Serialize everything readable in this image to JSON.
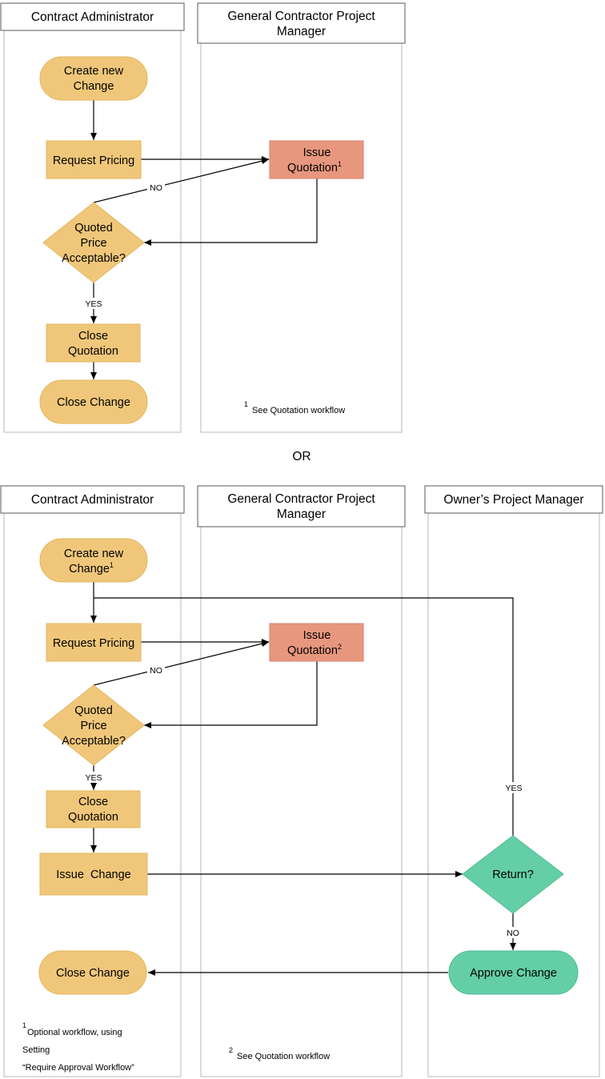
{
  "separator": "OR",
  "top": {
    "lanes": {
      "contract_admin": "Contract Administrator",
      "gc_pm": [
        "General Contractor Project",
        "Manager"
      ]
    },
    "nodes": {
      "create_new_change": [
        "Create new",
        "Change"
      ],
      "request_pricing": "Request Pricing",
      "issue_quotation": [
        "Issue",
        "Quotation"
      ],
      "issue_quotation_sup": "1",
      "quoted_price_acceptable": [
        "Quoted",
        "Price",
        "Acceptable?"
      ],
      "close_quotation": [
        "Close",
        "Quotation"
      ],
      "close_change": "Close Change"
    },
    "labels": {
      "no": "NO",
      "yes": "YES"
    },
    "footnote": {
      "num": "1",
      "text": "See Quotation workflow"
    }
  },
  "bottom": {
    "lanes": {
      "contract_admin": "Contract Administrator",
      "gc_pm": [
        "General Contractor Project",
        "Manager"
      ],
      "owner_pm": "Owner’s Project Manager"
    },
    "nodes": {
      "create_new_change": [
        "Create new",
        "Change"
      ],
      "create_new_change_sup": "1",
      "request_pricing": "Request Pricing",
      "issue_quotation": [
        "Issue",
        "Quotation"
      ],
      "issue_quotation_sup": "2",
      "quoted_price_acceptable": [
        "Quoted",
        "Price",
        "Acceptable?"
      ],
      "close_quotation": [
        "Close",
        "Quotation"
      ],
      "issue_change": "Issue  Change",
      "return": "Return?",
      "close_change": "Close Change",
      "approve_change": "Approve Change"
    },
    "labels": {
      "no": "NO",
      "yes": "YES",
      "return_yes": "YES",
      "return_no": "NO"
    },
    "footnote1": {
      "num": "1",
      "lines": [
        "Optional workflow, using",
        "Setting",
        "“Require Approval Workflow”"
      ]
    },
    "footnote2": {
      "num": "2",
      "text": "See Quotation workflow"
    }
  },
  "colors": {
    "contract_admin_step": "#f0c77a",
    "gc_step": "#e8977f",
    "owner_step": "#64cfa7",
    "lane_border": "#b8b8b8"
  }
}
